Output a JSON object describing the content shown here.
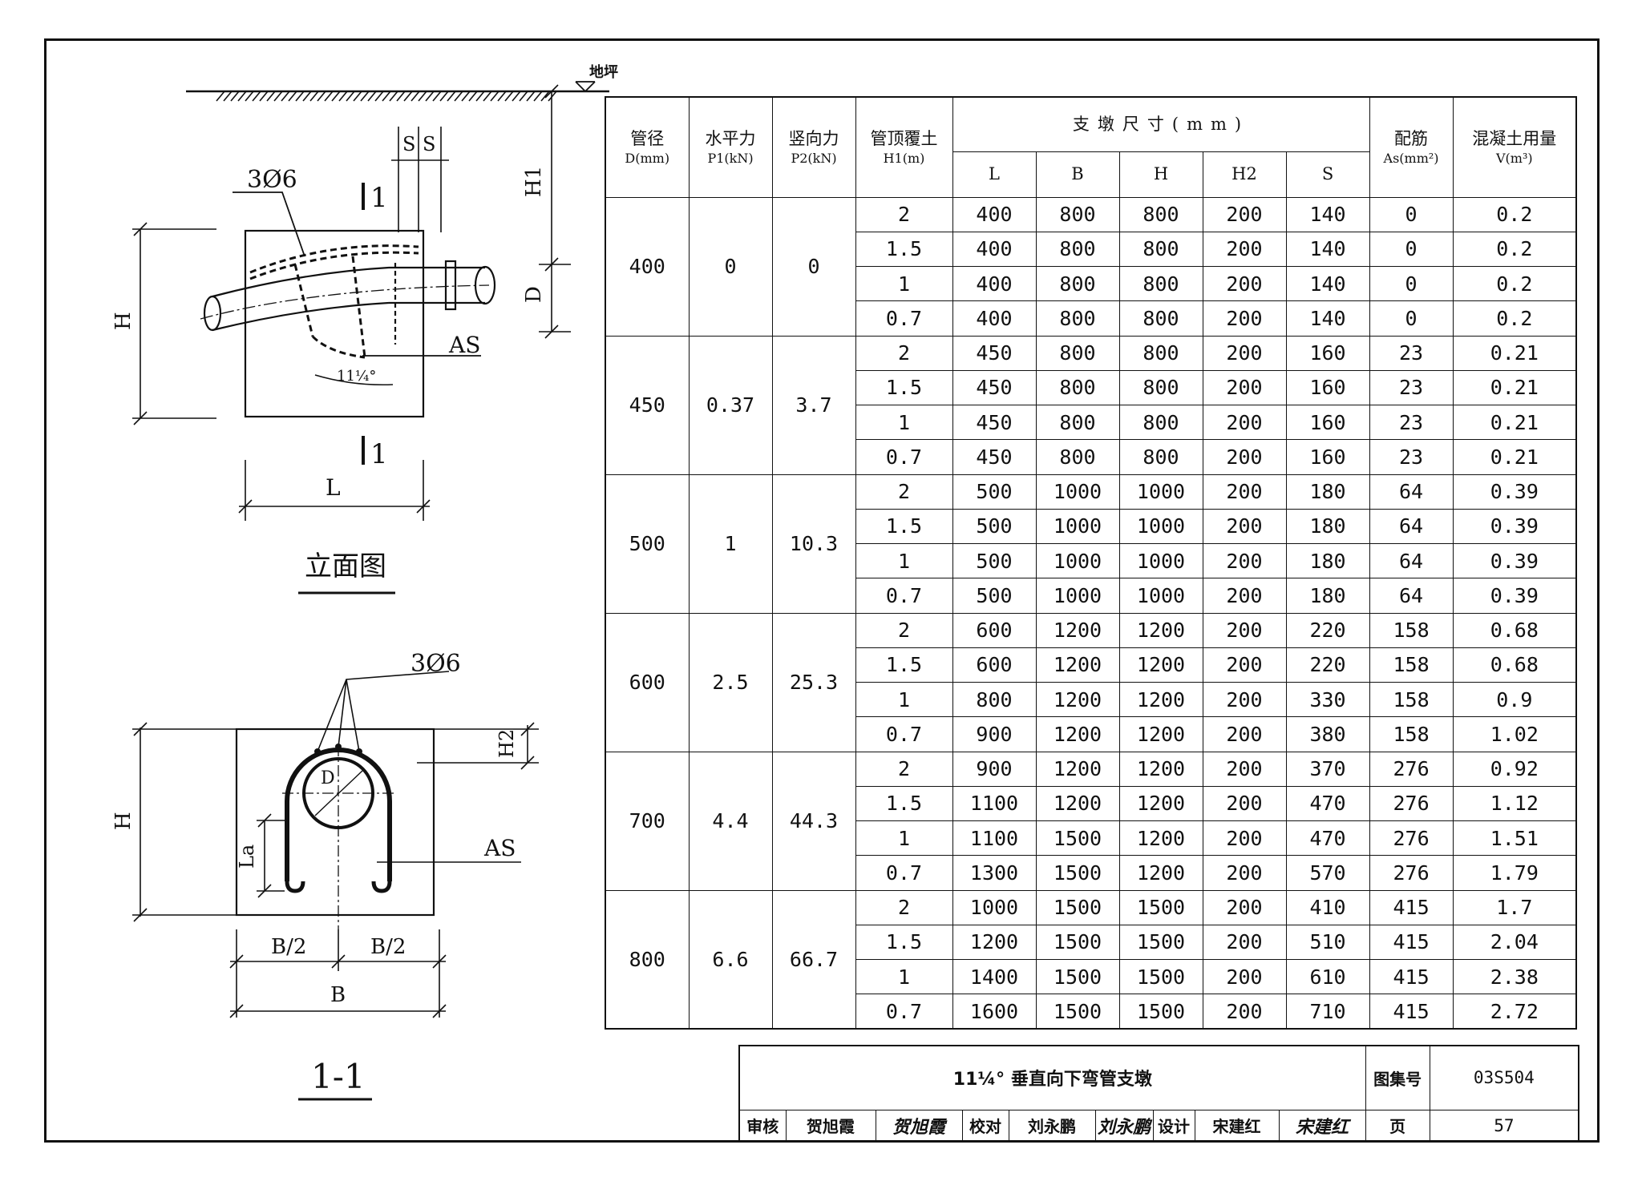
{
  "drawing": {
    "ground_label": "地坪",
    "elevation": {
      "rebar_label": "3Ø6",
      "s_label_1": "S",
      "s_label_2": "S",
      "section_mark_top": "1",
      "section_mark_bottom": "1",
      "h1_label": "H1",
      "d_label": "D",
      "h_label": "H",
      "as_label": "AS",
      "angle_label": "11¼°",
      "l_label": "L",
      "caption": "立面图"
    },
    "section": {
      "rebar_label": "3Ø6",
      "h2_label": "H2",
      "d_label": "D",
      "h_label": "H",
      "la_label": "La",
      "as_label": "AS",
      "half_b_left": "B/2",
      "half_b_right": "B/2",
      "b_label": "B",
      "caption": "1-1"
    }
  },
  "table": {
    "headers": {
      "dn": "管径",
      "dn_unit": "D(mm)",
      "p1": "水平力",
      "p1_unit": "P1(kN)",
      "p2": "竖向力",
      "p2_unit": "P2(kN)",
      "h1": "管顶覆土",
      "h1_unit": "H1(m)",
      "dims": "支墩尺寸(mm)",
      "l": "L",
      "b": "B",
      "h": "H",
      "h2": "H2",
      "s": "S",
      "as": "配筋",
      "as_unit": "As(mm²)",
      "v": "混凝土用量",
      "v_unit": "V(m³)"
    },
    "groups": [
      {
        "dn": "400",
        "p1": "0",
        "p2": "0",
        "rows": [
          [
            "2",
            "400",
            "800",
            "800",
            "200",
            "140",
            "0",
            "0.2"
          ],
          [
            "1.5",
            "400",
            "800",
            "800",
            "200",
            "140",
            "0",
            "0.2"
          ],
          [
            "1",
            "400",
            "800",
            "800",
            "200",
            "140",
            "0",
            "0.2"
          ],
          [
            "0.7",
            "400",
            "800",
            "800",
            "200",
            "140",
            "0",
            "0.2"
          ]
        ]
      },
      {
        "dn": "450",
        "p1": "0.37",
        "p2": "3.7",
        "rows": [
          [
            "2",
            "450",
            "800",
            "800",
            "200",
            "160",
            "23",
            "0.21"
          ],
          [
            "1.5",
            "450",
            "800",
            "800",
            "200",
            "160",
            "23",
            "0.21"
          ],
          [
            "1",
            "450",
            "800",
            "800",
            "200",
            "160",
            "23",
            "0.21"
          ],
          [
            "0.7",
            "450",
            "800",
            "800",
            "200",
            "160",
            "23",
            "0.21"
          ]
        ]
      },
      {
        "dn": "500",
        "p1": "1",
        "p2": "10.3",
        "rows": [
          [
            "2",
            "500",
            "1000",
            "1000",
            "200",
            "180",
            "64",
            "0.39"
          ],
          [
            "1.5",
            "500",
            "1000",
            "1000",
            "200",
            "180",
            "64",
            "0.39"
          ],
          [
            "1",
            "500",
            "1000",
            "1000",
            "200",
            "180",
            "64",
            "0.39"
          ],
          [
            "0.7",
            "500",
            "1000",
            "1000",
            "200",
            "180",
            "64",
            "0.39"
          ]
        ]
      },
      {
        "dn": "600",
        "p1": "2.5",
        "p2": "25.3",
        "rows": [
          [
            "2",
            "600",
            "1200",
            "1200",
            "200",
            "220",
            "158",
            "0.68"
          ],
          [
            "1.5",
            "600",
            "1200",
            "1200",
            "200",
            "220",
            "158",
            "0.68"
          ],
          [
            "1",
            "800",
            "1200",
            "1200",
            "200",
            "330",
            "158",
            "0.9"
          ],
          [
            "0.7",
            "900",
            "1200",
            "1200",
            "200",
            "380",
            "158",
            "1.02"
          ]
        ]
      },
      {
        "dn": "700",
        "p1": "4.4",
        "p2": "44.3",
        "rows": [
          [
            "2",
            "900",
            "1200",
            "1200",
            "200",
            "370",
            "276",
            "0.92"
          ],
          [
            "1.5",
            "1100",
            "1200",
            "1200",
            "200",
            "470",
            "276",
            "1.12"
          ],
          [
            "1",
            "1100",
            "1500",
            "1200",
            "200",
            "470",
            "276",
            "1.51"
          ],
          [
            "0.7",
            "1300",
            "1500",
            "1200",
            "200",
            "570",
            "276",
            "1.79"
          ]
        ]
      },
      {
        "dn": "800",
        "p1": "6.6",
        "p2": "66.7",
        "rows": [
          [
            "2",
            "1000",
            "1500",
            "1500",
            "200",
            "410",
            "415",
            "1.7"
          ],
          [
            "1.5",
            "1200",
            "1500",
            "1500",
            "200",
            "510",
            "415",
            "2.04"
          ],
          [
            "1",
            "1400",
            "1500",
            "1500",
            "200",
            "610",
            "415",
            "2.38"
          ],
          [
            "0.7",
            "1600",
            "1500",
            "1500",
            "200",
            "710",
            "415",
            "2.72"
          ]
        ]
      }
    ]
  },
  "title_block": {
    "title": "11¼° 垂直向下弯管支墩",
    "atlas_label": "图集号",
    "atlas_no": "03S504",
    "review_label": "审核",
    "review_name": "贺旭霞",
    "review_sig": "贺旭霞",
    "check_label": "校对",
    "check_name": "刘永鹏",
    "check_sig": "刘永鹏",
    "design_label": "设计",
    "design_name": "宋建红",
    "design_sig": "宋建红",
    "page_label": "页",
    "page_no": "57"
  }
}
